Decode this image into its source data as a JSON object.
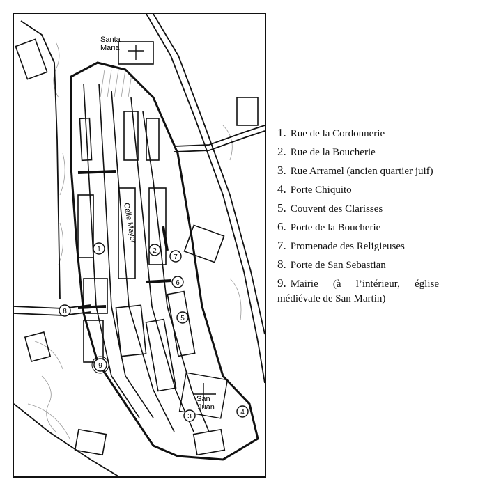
{
  "map": {
    "labels": {
      "santa_maria": [
        "Santa",
        "Maria"
      ],
      "calle_mayor": "Calle Mayor",
      "san_juan": [
        "San",
        "Juan"
      ]
    },
    "markers": [
      "1",
      "2",
      "3",
      "4",
      "5",
      "6",
      "7",
      "8",
      "9"
    ]
  },
  "legend": {
    "items": [
      {
        "num": "1.",
        "text": "Rue de la Cordonnerie"
      },
      {
        "num": "2.",
        "text": "Rue de la Boucherie"
      },
      {
        "num": "3.",
        "text": "Rue Arramel (ancien quartier juif)"
      },
      {
        "num": "4.",
        "text": "Porte Chiquito"
      },
      {
        "num": "5.",
        "text": "Couvent des Clarisses"
      },
      {
        "num": "6.",
        "text": "Porte de la Boucherie"
      },
      {
        "num": "7.",
        "text": "Promenade des Religieuses"
      },
      {
        "num": "8.",
        "text": "Porte de San Sebastian"
      },
      {
        "num": "9.",
        "text": "Mairie (à l’intérieur, église médiévale de San Martin)"
      }
    ]
  }
}
